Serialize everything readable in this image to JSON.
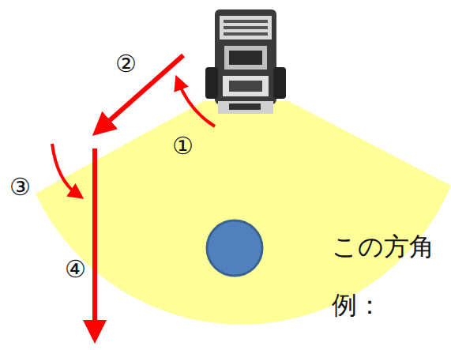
{
  "diagram": {
    "labels": [
      "②",
      "①",
      "③",
      "④",
      "この方角",
      "例："
    ]
  }
}
